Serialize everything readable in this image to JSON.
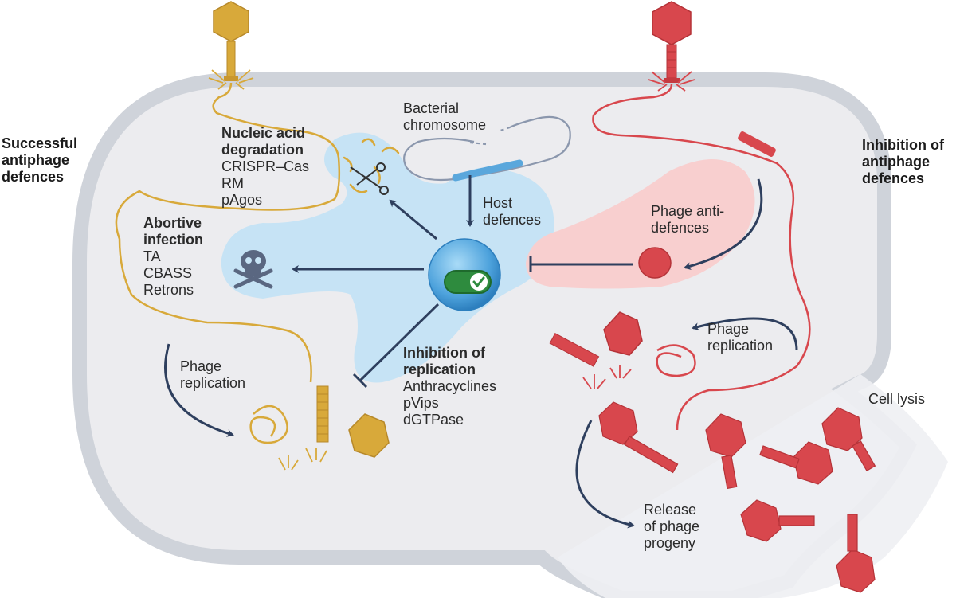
{
  "side_labels": {
    "left": [
      "Successful",
      "antiphage",
      "defences"
    ],
    "right": [
      "Inhibition of",
      "antiphage",
      "defences"
    ]
  },
  "chromosome_label": [
    "Bacterial",
    "chromosome"
  ],
  "host_defences_label": [
    "Host",
    "defences"
  ],
  "nucleic_acid": {
    "title": [
      "Nucleic acid",
      "degradation"
    ],
    "items": [
      "CRISPR–Cas",
      "RM",
      "pAgos"
    ]
  },
  "abortive": {
    "title": [
      "Abortive",
      "infection"
    ],
    "items": [
      "TA",
      "CBASS",
      "Retrons"
    ]
  },
  "inhibition_replication": {
    "title": [
      "Inhibition of",
      "replication"
    ],
    "items": [
      "Anthracyclines",
      "pVips",
      "dGTPase"
    ]
  },
  "phage_replication_left": [
    "Phage",
    "replication"
  ],
  "phage_replication_right": [
    "Phage",
    "replication"
  ],
  "phage_anti_defences": [
    "Phage anti-",
    "defences"
  ],
  "cell_lysis": "Cell lysis",
  "release_progeny": [
    "Release",
    "of phage",
    "progeny"
  ],
  "colors": {
    "cell_fill": "#ececef",
    "cell_wall": "#cfd3da",
    "host_defence_blob": "#c6e3f5",
    "anti_defence_blob": "#f8cfcf",
    "successful_phage": "#d8a93a",
    "inhibiting_phage": "#d8474d",
    "arrow": "#2e3f5e",
    "chromosome": "#8b97ad",
    "sensor": "#5aa7dc"
  }
}
